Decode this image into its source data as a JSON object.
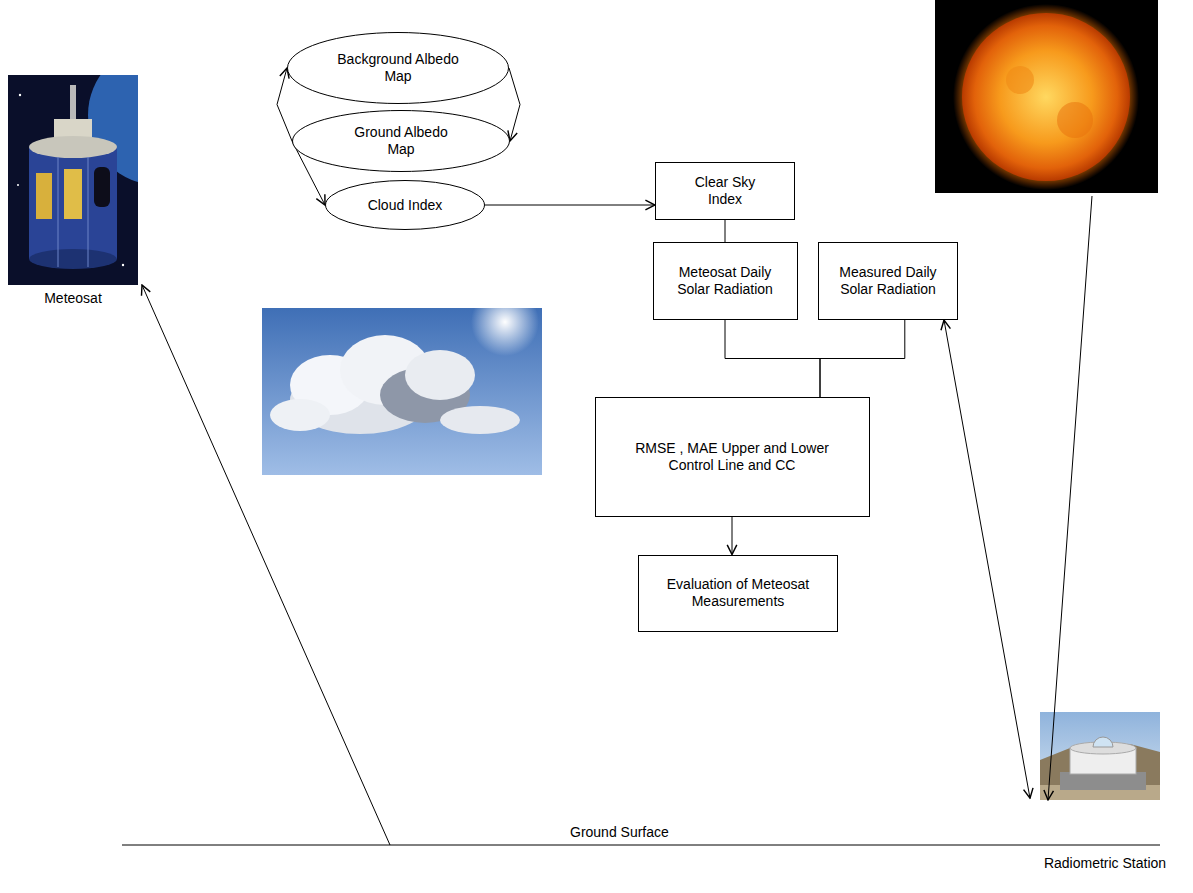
{
  "diagram": {
    "nodes": [
      {
        "text": [
          "Meteosat"
        ]
      },
      {
        "text": [
          "Background Albedo Map"
        ]
      },
      {
        "text": [
          "Ground Albedo Map"
        ]
      },
      {
        "text": [
          "Cloud Index"
        ]
      },
      {
        "text": [
          "Clear Sky Index"
        ]
      },
      {
        "text": [
          "Meteosat Daily Solar Radiation"
        ]
      },
      {
        "text": [
          "Measured Daily Solar Radiation"
        ]
      },
      {
        "text": [
          "RMSE , MAE Upper and Lower Control Line and CC"
        ]
      },
      {
        "text": [
          "Evaluation of Meteosat Measurements"
        ]
      },
      {
        "text": [
          "Radiometric Station"
        ]
      }
    ],
    "edges": [
      {
        "from": 1,
        "to": 2,
        "arrow": "to"
      },
      {
        "from": 2,
        "to": 1,
        "arrow": "to"
      },
      {
        "from": 2,
        "to": 3,
        "arrow": "to"
      },
      {
        "from": 3,
        "to": 4,
        "arrow": "to"
      },
      {
        "from": 4,
        "to": 5,
        "arrow": "none"
      },
      {
        "from": 5,
        "to": 7,
        "arrow": "none"
      },
      {
        "from": 6,
        "to": 7,
        "arrow": "none"
      },
      {
        "from": 7,
        "to": 8,
        "arrow": "to"
      },
      {
        "from": 6,
        "to": 9,
        "arrow": "both"
      }
    ],
    "labels": [
      "Ground Surface"
    ]
  }
}
